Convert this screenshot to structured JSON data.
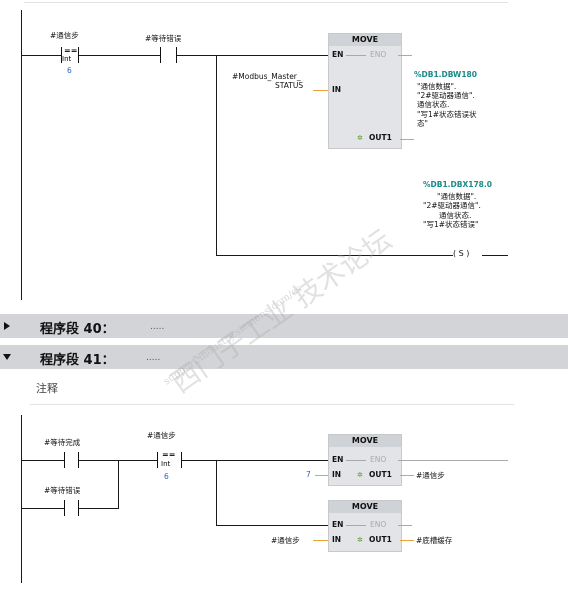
{
  "net39": {
    "contact1_label": "#通信步",
    "compare_op": "==",
    "compare_type": "Int",
    "compare_value": "6",
    "contact2_label": "#等待错误",
    "move1_title": "MOVE",
    "move1_en": "EN",
    "move1_eno": "ENO",
    "move1_in": "IN",
    "move1_out": "OUT1",
    "move1_in_label1": "#Modbus_Master_",
    "move1_in_label2": "STATUS",
    "move1_out_addr": "%DB1.DBW180",
    "move1_out_l1": "\"通信数据\".",
    "move1_out_l2": "\"2#驱动器通信\".",
    "move1_out_l3": "通信状态.",
    "move1_out_l4": "\"写1#状态错误状",
    "move1_out_l5": "态\"",
    "coil_addr": "%DB1.DBX178.0",
    "coil_l1": "\"通信数据\".",
    "coil_l2": "\"2#驱动器通信\".",
    "coil_l3": "通信状态.",
    "coil_l4": "\"写1#状态错误\"",
    "coil_symbol": "( S )"
  },
  "net40": {
    "title": "程序段 40：",
    "ellipsis": "....."
  },
  "net41": {
    "title": "程序段 41：",
    "ellipsis": ".....",
    "comment": "注释",
    "contact_a": "#等待完成",
    "contact_b": "#等待错误",
    "contact_c": "#通信步",
    "compare_op": "==",
    "compare_type": "Int",
    "compare_value": "6",
    "move_a_title": "MOVE",
    "move_a_en": "EN",
    "move_a_eno": "ENO",
    "move_a_in": "IN",
    "move_a_out": "OUT1",
    "move_a_in_value": "7",
    "move_a_out_label": "#通信步",
    "move_b_title": "MOVE",
    "move_b_en": "EN",
    "move_b_eno": "ENO",
    "move_b_in": "IN",
    "move_b_out": "OUT1",
    "move_b_in_label": "#通信步",
    "move_b_out_label": "#底槽缓存"
  },
  "watermark": {
    "text": "西门子工业 技术论坛",
    "url": "support.industry.siemens.com/cs"
  }
}
